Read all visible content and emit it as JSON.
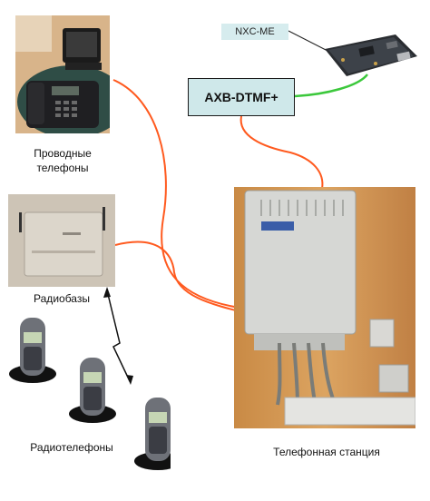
{
  "diagram": {
    "nodes": {
      "wired_phones": {
        "caption_line1": "Проводные",
        "caption_line2": "телефоны"
      },
      "radio_bases": {
        "caption": "Радиобазы"
      },
      "radio_phones": {
        "caption": "Радиотелефоны"
      },
      "exchange": {
        "caption": "Телефонная станция"
      },
      "axb_box": {
        "label": "AXB-DTMF+"
      },
      "nxc_box": {
        "label": "NXC-ME"
      }
    },
    "colors": {
      "wired_link": "#ff5a1f",
      "green_link": "#3cc83c",
      "box_fill": "#cfe8ea",
      "box_border": "#1a1a1a",
      "nxc_fill": "#d6ecee"
    }
  }
}
